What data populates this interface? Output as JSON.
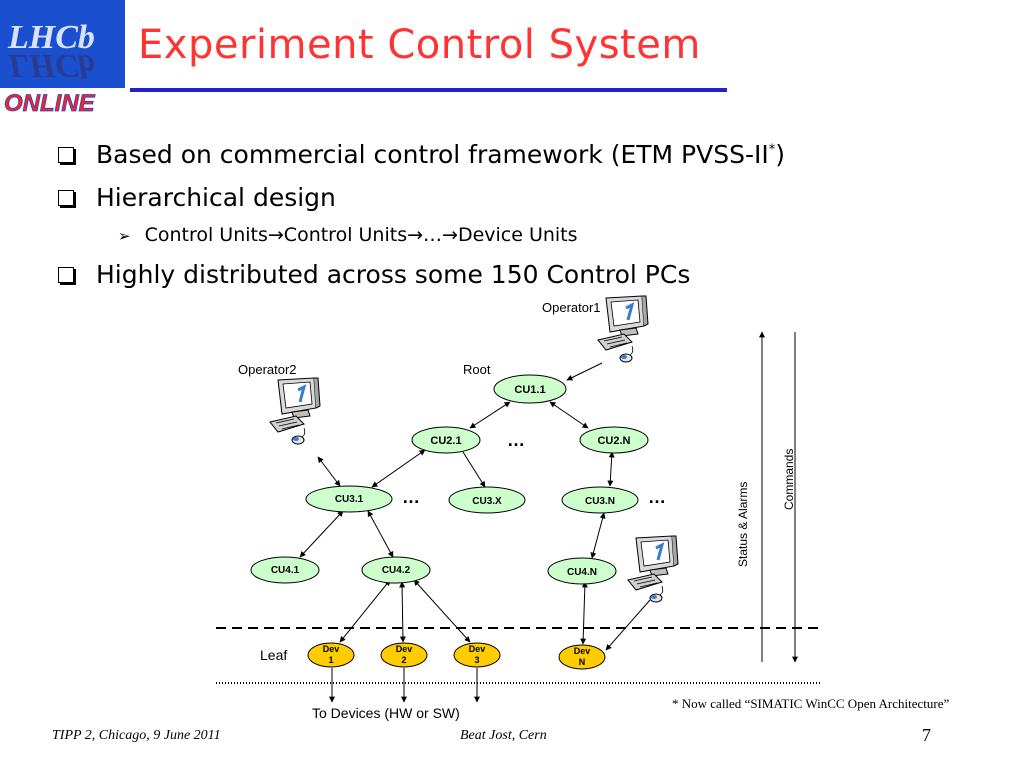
{
  "logo": {
    "text_top": "LHCb",
    "text_reflect": "LHCb",
    "text_bottom": "ONLINE"
  },
  "title": "Experiment Control System",
  "bullets": [
    {
      "text": "Based on commercial control framework (ETM PVSS-II",
      "sup": "*",
      "tail": ")"
    },
    {
      "text": "Hierarchical design"
    },
    {
      "text": "Highly distributed across some 150 Control PCs"
    }
  ],
  "sub_bullet": {
    "marker": "➢",
    "part1": "Control Units",
    "arrow": "→",
    "part2": "Control Units",
    "part3": "…",
    "part4": "Device Units"
  },
  "diagram": {
    "nodes": {
      "cu1_1": "CU1.1",
      "cu2_1": "CU2.1",
      "cu2_n": "CU2.N",
      "cu3_1": "CU3.1",
      "cu3_x": "CU3.X",
      "cu3_n": "CU3.N",
      "cu4_1": "CU4.1",
      "cu4_2": "CU4.2",
      "cu4_n": "CU4.N"
    },
    "devices": {
      "dev1": [
        "Dev",
        "1"
      ],
      "dev2": [
        "Dev",
        "2"
      ],
      "dev3": [
        "Dev",
        "3"
      ],
      "devn": [
        "Dev",
        "N"
      ]
    },
    "labels": {
      "operator1": "Operator1",
      "operator2": "Operator2",
      "root": "Root",
      "leaf": "Leaf",
      "to_devices": "To Devices (HW or SW)",
      "status_alarms": "Status & Alarms",
      "commands": "Commands",
      "ellipsis": "…"
    },
    "colors": {
      "node_fill": "#ccffcc",
      "device_fill": "#ffcc00"
    }
  },
  "footnote": "* Now called “SIMATIC WinCC Open Architecture”",
  "footer": {
    "left": "TIPP 2, Chicago, 9 June 2011",
    "center": "Beat Jost, Cern",
    "page": "7"
  }
}
